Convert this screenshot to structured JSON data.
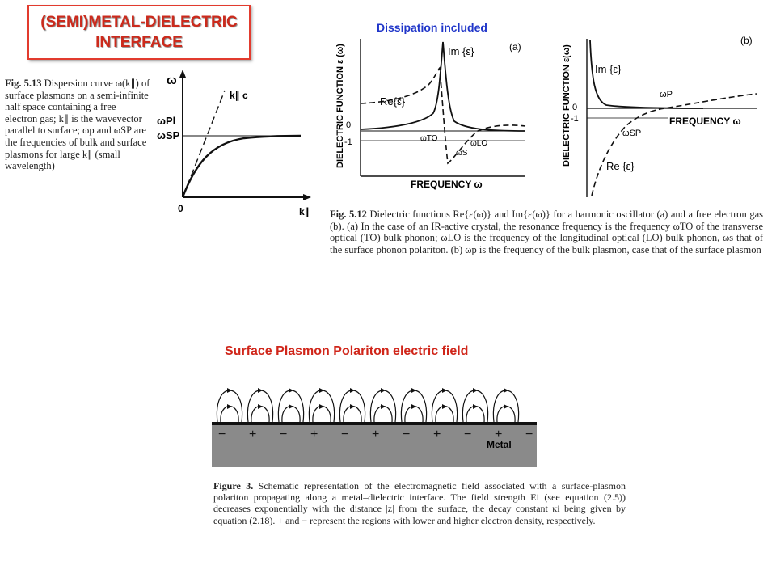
{
  "slide": {
    "title_line1": "(SEMI)METAL-DIELECTRIC",
    "title_line2": "INTERFACE",
    "dissipation_label": "Dissipation included",
    "spp_heading": "Surface Plasmon Polariton electric field"
  },
  "fig513": {
    "label": "Fig. 5.13",
    "caption": "Dispersion curve ω(k∥) of surface plasmons on a semi-infinite half space containing a free electron gas; k∥ is the wavevector parallel to surface; ωp and ωSP are the frequencies of bulk and surface plasmons for large k∥ (small wavelength)",
    "y_axis": "ω",
    "x_axis": "k∥",
    "origin": "0",
    "line_label": "k∥ c",
    "omega_pl": "ωPl",
    "omega_sp": "ωSP"
  },
  "fig512": {
    "label": "Fig. 5.12",
    "caption": "Dielectric functions Re{ε(ω)} and Im{ε(ω)} for a harmonic oscillator (a) and a free electron gas (b). (a) In the case of an IR-active crystal, the resonance frequency is the frequency ωTO of the transverse optical (TO) bulk phonon; ωLO is the frequency of the longitudinal optical (LO) bulk phonon, ωs that of the surface phonon polariton. (b) ωp is the frequency of the bulk plasmon, case that of the surface plasmon",
    "panel_a": {
      "tag": "(a)",
      "y_axis": "DIELECTRIC FUNCTION ε (ω)",
      "x_axis": "FREQUENCY ω",
      "im_label": "Im {ε}",
      "re_label": "Re{ε}",
      "tick0": "0",
      "tick_m1": "-1",
      "w_to": "ωTO",
      "w_lo": "ωLO",
      "w_s": "ωS"
    },
    "panel_b": {
      "tag": "(b)",
      "y_axis": "DIELECTRIC FUNCTION ε(ω)",
      "x_axis": "FREQUENCY ω",
      "im_label": "Im {ε}",
      "re_label": "Re {ε}",
      "tick0": "0",
      "tick_m1": "-1",
      "w_p": "ωP",
      "w_sp": "ωSP"
    }
  },
  "fig3": {
    "label": "Figure 3.",
    "caption": "Schematic representation of the electromagnetic field associated with a surface-plasmon polariton propagating along a metal–dielectric interface. The field strength Ei (see equation (2.5)) decreases exponentially with the distance |z| from the surface, the decay constant κi being given by equation (2.18). + and − represent the regions with lower and higher electron density, respectively.",
    "metal_label": "Metal",
    "charges": [
      "−",
      "+",
      "−",
      "+",
      "−",
      "+",
      "−",
      "+",
      "−",
      "+",
      "−"
    ]
  },
  "colors": {
    "title_red": "#cc2a1c",
    "box_border": "#e23b2e",
    "blue_label": "#1f35c9",
    "metal_gray": "#8a8a8a"
  }
}
